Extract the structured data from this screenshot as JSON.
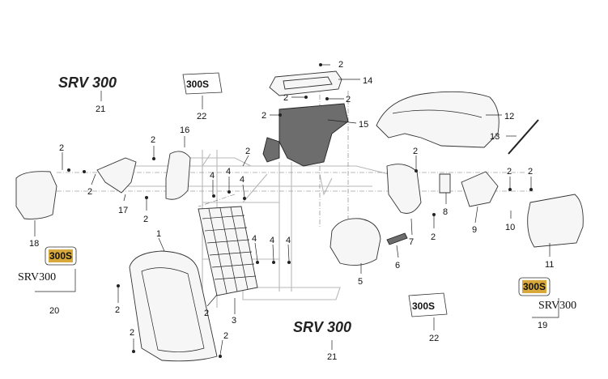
{
  "callouts": [
    {
      "id": "c-2a",
      "text": "2"
    },
    {
      "id": "c-14",
      "text": "14"
    },
    {
      "id": "c-21a",
      "text": "21"
    },
    {
      "id": "c-22a",
      "text": "22"
    },
    {
      "id": "c-2b",
      "text": "2"
    },
    {
      "id": "c-2c",
      "text": "2"
    },
    {
      "id": "c-2d",
      "text": "2"
    },
    {
      "id": "c-12",
      "text": "12"
    },
    {
      "id": "c-15",
      "text": "15"
    },
    {
      "id": "c-13",
      "text": "13"
    },
    {
      "id": "c-16",
      "text": "16"
    },
    {
      "id": "c-2e",
      "text": "2"
    },
    {
      "id": "c-2f",
      "text": "2"
    },
    {
      "id": "c-2g",
      "text": "2"
    },
    {
      "id": "c-2h",
      "text": "2"
    },
    {
      "id": "c-2i",
      "text": "2"
    },
    {
      "id": "c-2j",
      "text": "2"
    },
    {
      "id": "c-2k",
      "text": "2"
    },
    {
      "id": "c-4a",
      "text": "4"
    },
    {
      "id": "c-4b",
      "text": "4"
    },
    {
      "id": "c-4c",
      "text": "4"
    },
    {
      "id": "c-17",
      "text": "17"
    },
    {
      "id": "c-2l",
      "text": "2"
    },
    {
      "id": "c-18",
      "text": "18"
    },
    {
      "id": "c-8",
      "text": "8"
    },
    {
      "id": "c-9",
      "text": "9"
    },
    {
      "id": "c-10",
      "text": "10"
    },
    {
      "id": "c-2m",
      "text": "2"
    },
    {
      "id": "c-7",
      "text": "7"
    },
    {
      "id": "c-11",
      "text": "11"
    },
    {
      "id": "c-1",
      "text": "1"
    },
    {
      "id": "c-4d",
      "text": "4"
    },
    {
      "id": "c-4e",
      "text": "4"
    },
    {
      "id": "c-4f",
      "text": "4"
    },
    {
      "id": "c-6",
      "text": "6"
    },
    {
      "id": "c-5",
      "text": "5"
    },
    {
      "id": "c-20",
      "text": "20"
    },
    {
      "id": "c-2n",
      "text": "2"
    },
    {
      "id": "c-3",
      "text": "3"
    },
    {
      "id": "c-2o",
      "text": "2"
    },
    {
      "id": "c-2p",
      "text": "2"
    },
    {
      "id": "c-22b",
      "text": "22"
    },
    {
      "id": "c-19",
      "text": "19"
    },
    {
      "id": "c-21b",
      "text": "21"
    },
    {
      "id": "c-2q",
      "text": "2"
    }
  ],
  "labels": {
    "logo_srv300": "SRV 300",
    "badge_300s": "300S",
    "text_srv300": "SRV300"
  }
}
